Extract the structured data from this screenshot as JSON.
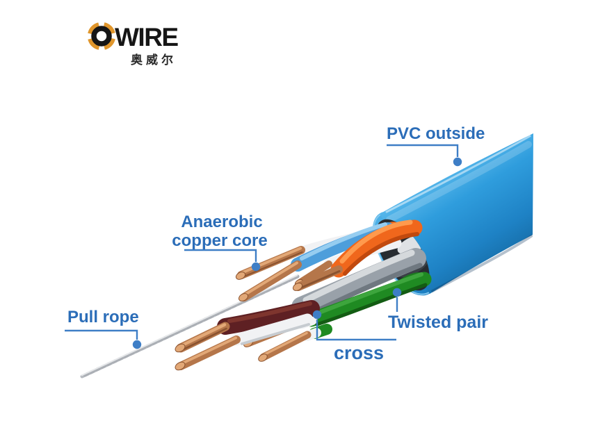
{
  "logo": {
    "brand": "OWIRE",
    "wordmark": "WIRE",
    "chinese_name": "奥威尔"
  },
  "labels": {
    "pvc": {
      "text": "PVC outside"
    },
    "anaerobic": {
      "line1": "Anaerobic",
      "line2": "copper core"
    },
    "pull_rope": {
      "text": "Pull rope"
    },
    "twisted_pair": {
      "text": "Twisted pair"
    },
    "cross": {
      "text": "cross"
    }
  },
  "colors": {
    "label_text": "#2b6db8",
    "leader": "#3e7ec6",
    "jacket_light": "#a6dcf7",
    "jacket_hi": "#60bdee",
    "jacket_mid": "#2f9ddd",
    "jacket_deep": "#1e82c5",
    "jacket_dark": "#14679f",
    "wire_orange": "#f0671c",
    "wire_green": "#1f8a22",
    "wire_maroon": "#5e2023",
    "wire_blue": "#4d9edb",
    "wire_gray": "#99a1a9",
    "wire_white": "#f1f2f4",
    "copper": "#b5764a",
    "copper_light": "#e2a877",
    "copper_dark": "#8a5330",
    "rope": "#b6bac0",
    "logo_orange": "#e0962c",
    "logo_black": "#161616"
  }
}
